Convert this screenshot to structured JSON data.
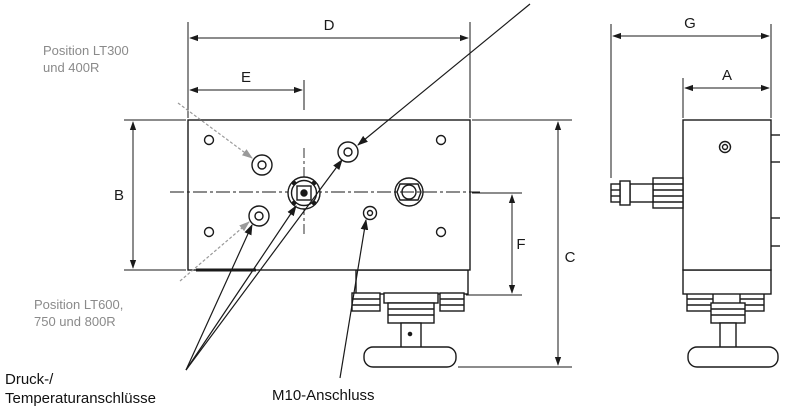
{
  "dimensions": {
    "A": "A",
    "B": "B",
    "C": "C",
    "D": "D",
    "E": "E",
    "F": "F",
    "G": "G"
  },
  "notes": {
    "pos_top_line1": "Position LT300",
    "pos_top_line2": "und 400R",
    "pos_bottom_line1": "Position LT600,",
    "pos_bottom_line2": "750 und 800R"
  },
  "callouts": {
    "pressure_line1": "Druck-/",
    "pressure_line2": "Temperaturanschlüsse",
    "m10": "M10-Anschluss"
  },
  "colors": {
    "line": "#1a1a1a",
    "note_gray": "#8a8a8a",
    "body_fill": "#ffffff"
  }
}
